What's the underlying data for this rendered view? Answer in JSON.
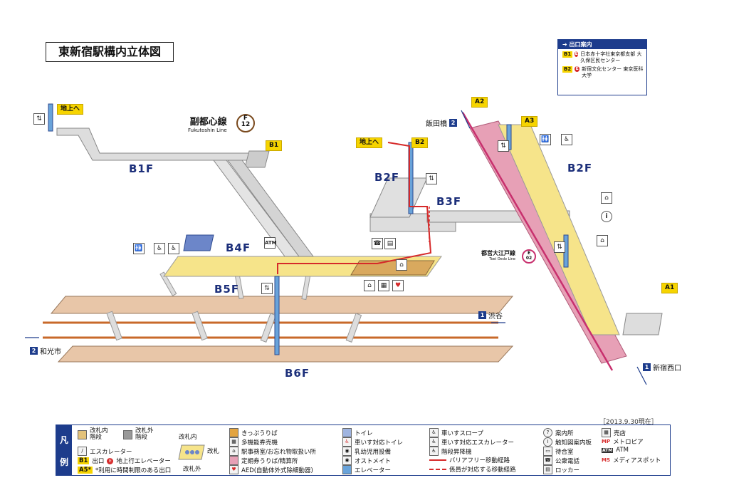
{
  "title": "東新宿駅構内立体図",
  "date": "［2013.9.30現在］",
  "floors": {
    "b1f": "B1F",
    "b2f_left": "B2F",
    "b2f_right": "B2F",
    "b3f": "B3F",
    "b4f": "B4F",
    "b5f": "B5F",
    "b6f": "B6F"
  },
  "tags": {
    "chijo_left": "地上へ",
    "chijo_mid": "地上へ",
    "b1": "B1",
    "b2": "B2",
    "a1": "A1",
    "a2": "A2",
    "a3": "A3"
  },
  "lines": {
    "fukutoshin_jp": "副都心線",
    "fukutoshin_en": "Fukutoshin Line",
    "fukutoshin_code_f": "F",
    "fukutoshin_code_n": "12",
    "oedo_jp": "都営大江戸線",
    "oedo_en": "Toei Oedo Line",
    "oedo_code_e": "E",
    "oedo_code_n": "02"
  },
  "directions": {
    "iidabashi": "飯田橋",
    "iidabashi_num": "2",
    "shibuya": "渋谷",
    "shibuya_num": "1",
    "wakoshi": "和光市",
    "wakoshi_num": "2",
    "shinjukunishiguchi": "新宿西口",
    "shinjukunishiguchi_num": "1"
  },
  "exit_guide": {
    "heading": "出口案内",
    "rows": [
      {
        "badge": "B1",
        "e": "E",
        "text": "日本赤十字社東京都支部 大久保区民センター"
      },
      {
        "badge": "B2",
        "e": "E",
        "text": "新宿文化センター 東京医科大学"
      }
    ]
  },
  "map_icons": {
    "atm": "ATM",
    "info": "i"
  },
  "legend": {
    "side_1": "凡",
    "side_2": "例",
    "kaisatsu_nai": "改札内",
    "kaisatsu_nai2": "階段",
    "kaisatsu_gai": "改札外",
    "kaisatsu_gai2": "階段",
    "escalator": "エスカレーター",
    "exit_b1": "B1",
    "exit_label": "出口",
    "exit_e": "E",
    "exit_elev": "地上行エレベーター",
    "exit_a5": "A5*",
    "exit_time": "*利用に時間制限のある出口",
    "gate_in": "改札内",
    "gate": "改札",
    "gate_out": "改札外",
    "items": [
      "きっぷうりば",
      "多機能券売機",
      "駅事務室/お忘れ物取扱い所",
      "定期券うりば/精算所",
      "AED(自動体外式除細動器)",
      "トイレ",
      "車いす対応トイレ",
      "乳幼児用設備",
      "オストメイト",
      "エレベーター",
      "車いすスロープ",
      "車いす対応エスカレーター",
      "階段昇降機",
      "バリアフリー移動経路",
      "係員が対応する移動経路",
      "案内所",
      "触知図案内板",
      "待合室",
      "公衆電話",
      "ロッカー",
      "売店",
      "メトロピア",
      "ATM",
      "メディアスポット"
    ],
    "item_icons": [
      "MP",
      "ATM",
      "MS"
    ]
  },
  "colors": {
    "navy": "#1d3c8c",
    "platform": "#e8c6a8",
    "yellow": "#f6e48a",
    "pink": "#e7a0b6",
    "track": "#c8692a",
    "route": "#d62a2a"
  }
}
